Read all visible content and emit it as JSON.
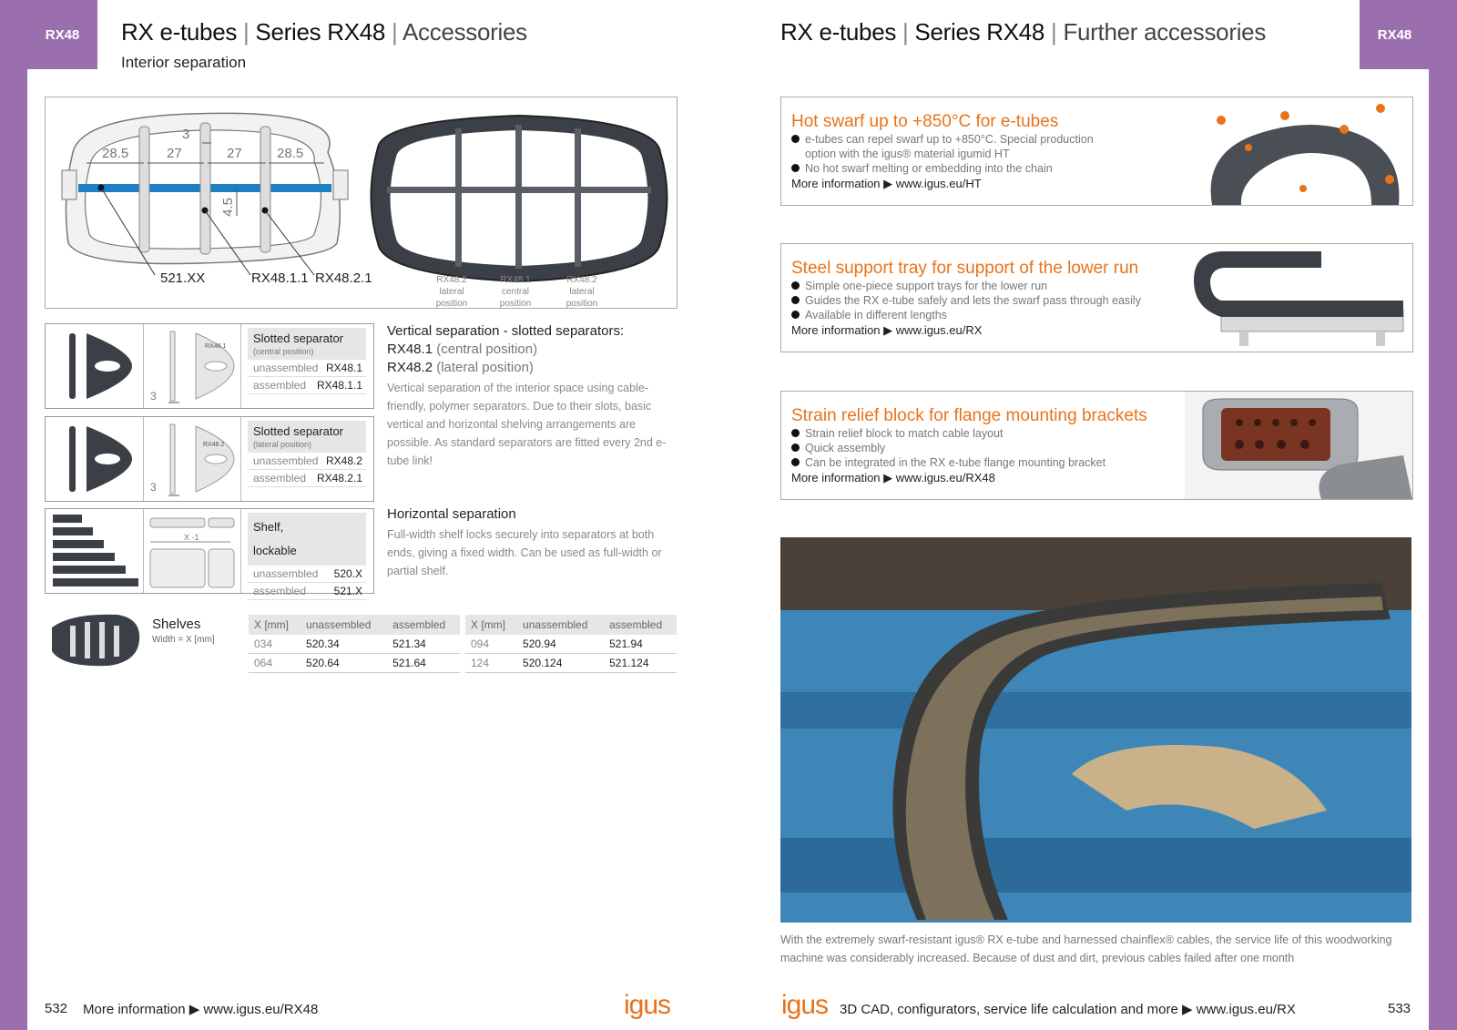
{
  "left": {
    "tab": "RX48",
    "title": {
      "a": "RX e-tubes",
      "b": "Series RX48",
      "c": "Accessories"
    },
    "subtitle": "Interior separation",
    "drawing": {
      "dims_top": [
        "28.5",
        "27",
        "27",
        "28.5"
      ],
      "dim_gap": "3",
      "dim_vertical": "4.5",
      "callouts": [
        "521.XX",
        "RX48.1.1",
        "RX48.2.1"
      ],
      "positions": [
        "RX48.2 lateral position",
        "RX48.1 central position",
        "RX48.2 lateral position"
      ]
    },
    "products": [
      {
        "name": "Slotted separator",
        "sub": "(central position)",
        "part_label": "RX48.1",
        "dim": "3",
        "rows": [
          {
            "k": "unassembled",
            "v": "RX48.1"
          },
          {
            "k": "assembled",
            "v": "RX48.1.1"
          }
        ]
      },
      {
        "name": "Slotted separator",
        "sub": "(lateral position)",
        "part_label": "RX48.2",
        "dim": "3",
        "rows": [
          {
            "k": "unassembled",
            "v": "RX48.2"
          },
          {
            "k": "assembled",
            "v": "RX48.2.1"
          }
        ]
      },
      {
        "name": "Shelf, lockable",
        "sub": "",
        "dim": "X -1",
        "rows": [
          {
            "k": "unassembled",
            "v": "520.X"
          },
          {
            "k": "assembled",
            "v": "521.X"
          }
        ]
      }
    ],
    "vertical": {
      "title": "Vertical separation - slotted separators:",
      "l1_code": "RX48.1",
      "l1_text": " (central position)",
      "l2_code": "RX48.2",
      "l2_text": " (lateral position)",
      "body": "Vertical separation of the interior space using cable-friendly, polymer separators. Due to their slots, basic vertical and horizontal shelving arrangements are possible. As standard separators are fitted every 2nd e-tube link!"
    },
    "horizontal": {
      "title": "Horizontal separation",
      "body": "Full-width shelf locks securely into separators at both ends, giving a fixed width. Can be used as full-width or partial shelf."
    },
    "shelves": {
      "title": "Shelves",
      "sub": "Width = X [mm]",
      "headers": [
        "X [mm]",
        "unassembled",
        "assembled"
      ],
      "rows_a": [
        [
          "034",
          "520.34",
          "521.34"
        ],
        [
          "064",
          "520.64",
          "521.64"
        ]
      ],
      "rows_b": [
        [
          "094",
          "520.94",
          "521.94"
        ],
        [
          "124",
          "520.124",
          "521.124"
        ]
      ]
    },
    "page_no": "532",
    "footer": "More information ▶ www.igus.eu/RX48",
    "logo": "igus"
  },
  "right": {
    "tab": "RX48",
    "title": {
      "a": "RX e-tubes",
      "b": "Series RX48",
      "c": "Further accessories"
    },
    "accessories": [
      {
        "title": "Hot swarf up to +850°C for e-tubes",
        "bullets": [
          "e-tubes can repel swarf up to +850°C. Special production option with the igus® material igumid HT",
          "No hot swarf melting or embedding into the chain"
        ],
        "more": "More information ▶ www.igus.eu/HT"
      },
      {
        "title": "Steel support tray for support of the lower run",
        "bullets": [
          "Simple one-piece support trays for the lower run",
          "Guides the RX e-tube safely and lets the swarf pass through easily",
          "Available in different lengths"
        ],
        "more": "More information ▶ www.igus.eu/RX"
      },
      {
        "title": "Strain relief block for flange mounting brackets",
        "bullets": [
          "Strain relief block to match cable layout",
          "Quick assembly",
          "Can be integrated in the RX e-tube flange mounting bracket"
        ],
        "more": "More information ▶ www.igus.eu/RX48"
      }
    ],
    "caption": "With the extremely swarf-resistant igus® RX e-tube and harnessed chainflex® cables, the service life of this woodworking machine was considerably increased. Because of dust and dirt, previous cables failed after one month",
    "logo": "igus",
    "footer": "3D CAD, configurators, service life calculation and more ▶ www.igus.eu/RX",
    "page_no": "533"
  }
}
